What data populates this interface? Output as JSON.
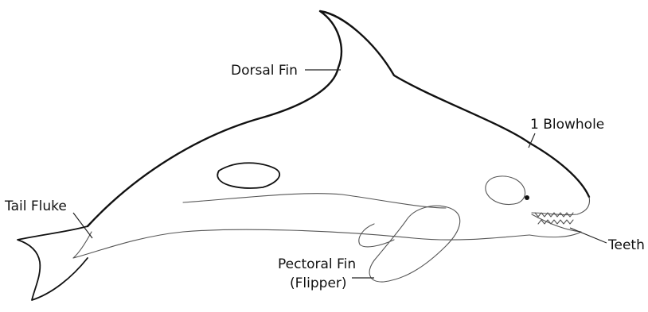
{
  "diagram": {
    "labels": {
      "dorsal_fin": "Dorsal Fin",
      "blowhole": "1 Blowhole",
      "tail_fluke": "Tail Fluke",
      "teeth": "Teeth",
      "pectoral_fin_line1": "Pectoral Fin",
      "pectoral_fin_line2": "(Flipper)"
    }
  }
}
